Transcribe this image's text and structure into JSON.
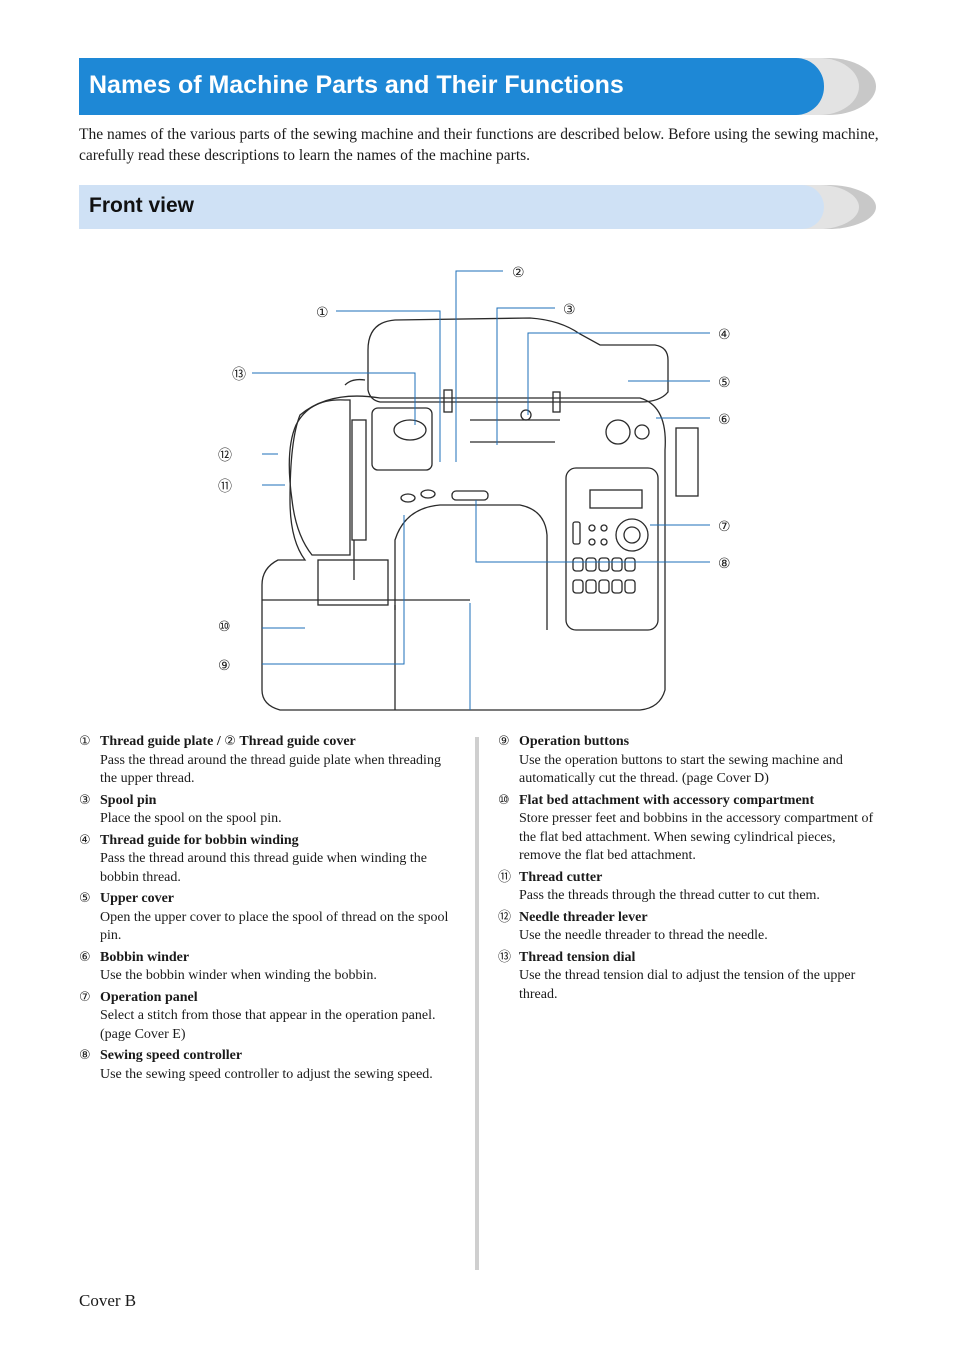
{
  "header": {
    "title": "Names of Machine Parts and Their Functions"
  },
  "intro": "The names of the various parts of the sewing machine and their functions are described below. Before using the sewing machine, carefully read these descriptions to learn the names of the machine parts.",
  "section": {
    "title": "Front view"
  },
  "callouts": [
    "①",
    "②",
    "③",
    "④",
    "⑤",
    "⑥",
    "⑦",
    "⑧",
    "⑨",
    "⑩",
    "⑪",
    "⑫",
    "⑬"
  ],
  "items_left": [
    {
      "num": "①",
      "title": "Thread guide plate /",
      "num2": "②",
      "title2": "Thread guide cover",
      "desc": "Pass the thread around the thread guide plate when threading the upper thread."
    },
    {
      "num": "③",
      "title": "Spool pin",
      "desc": "Place the spool on the spool pin."
    },
    {
      "num": "④",
      "title": "Thread guide for bobbin winding",
      "desc": "Pass the thread around this thread guide when winding the bobbin thread."
    },
    {
      "num": "⑤",
      "title": "Upper cover",
      "desc": "Open the upper cover to place the spool of thread on the spool pin."
    },
    {
      "num": "⑥",
      "title": "Bobbin winder",
      "desc": "Use the bobbin winder when winding the bobbin."
    },
    {
      "num": "⑦",
      "title": "Operation panel",
      "desc": "Select a stitch from those that appear in the operation panel. (page Cover E)"
    },
    {
      "num": "⑧",
      "title": "Sewing speed controller",
      "desc": "Use the sewing speed controller to adjust the sewing speed."
    }
  ],
  "items_right": [
    {
      "num": "⑨",
      "title": "Operation buttons",
      "desc": "Use the operation buttons to start the sewing machine and automatically cut the thread. (page Cover D)"
    },
    {
      "num": "⑩",
      "title": "Flat bed attachment with accessory compartment",
      "desc": "Store presser feet and bobbins in the accessory compartment of the flat bed attachment. When sewing cylindrical pieces, remove the flat bed attachment."
    },
    {
      "num": "⑪",
      "title": "Thread cutter",
      "desc": "Pass the threads through the thread cutter to cut them."
    },
    {
      "num": "⑫",
      "title": "Needle threader lever",
      "desc": "Use the needle threader to thread the needle."
    },
    {
      "num": "⑬",
      "title": "Thread tension dial",
      "desc": "Use the thread tension dial to adjust the tension of the upper thread."
    }
  ],
  "footer": "Cover B",
  "colors": {
    "banner": "#1e88d6",
    "subbanner": "#cfe1f5",
    "tab": "#c8c8c8"
  }
}
